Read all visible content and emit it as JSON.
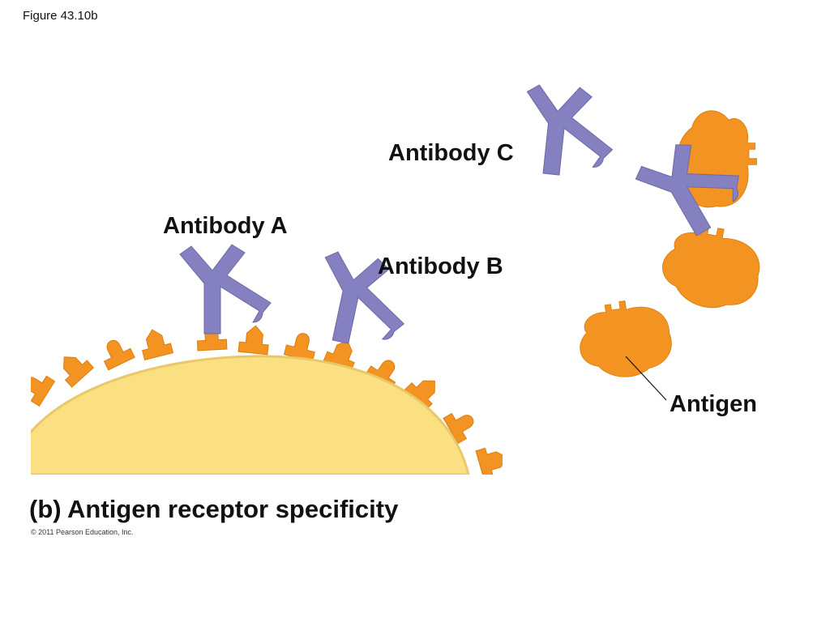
{
  "figure": {
    "id_label": "Figure 43.10b",
    "caption": "(b) Antigen receptor specificity",
    "copyright": "© 2011 Pearson Education, Inc."
  },
  "labels": {
    "antibody_a": "Antibody A",
    "antibody_b": "Antibody B",
    "antibody_c": "Antibody C",
    "antigen": "Antigen"
  },
  "colors": {
    "antibody": "#8580c0",
    "antibody_stroke": "#6d68a8",
    "antigen": "#f39322",
    "antigen_stroke": "#dd7e12",
    "cell": "#fbe082",
    "cell_stroke": "#e8c868",
    "text": "#111111"
  }
}
